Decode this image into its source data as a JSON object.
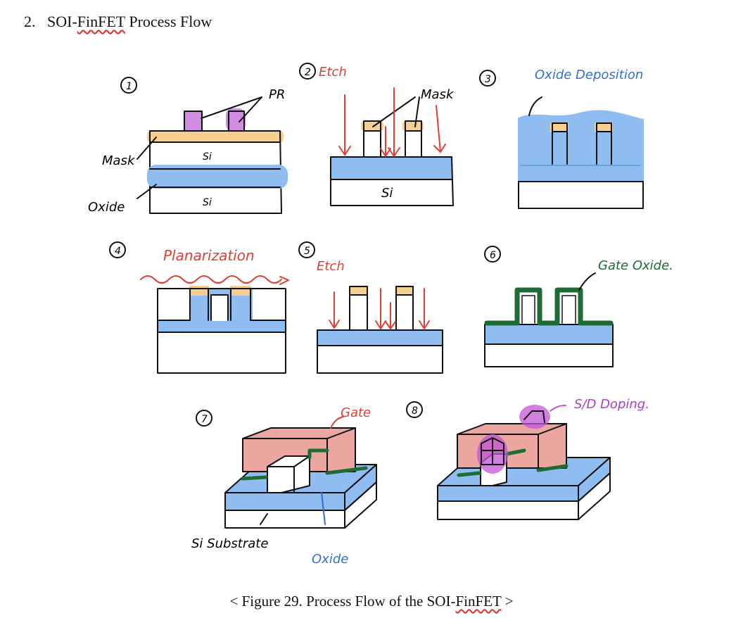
{
  "heading": {
    "number": "2.",
    "title_pre": "SOI-",
    "title_sq": "FinFET",
    "title_post": " Process Flow"
  },
  "steps": [
    {
      "num": "1",
      "labels": {
        "pr": "PR",
        "mask": "Mask",
        "oxide": "Oxide",
        "si_top": "Si",
        "si_bottom": "Si"
      }
    },
    {
      "num": "2",
      "title": "Etch",
      "labels": {
        "mask": "Mask",
        "si": "Si"
      }
    },
    {
      "num": "3",
      "title": "Oxide Deposition"
    },
    {
      "num": "4",
      "title": "Planarization"
    },
    {
      "num": "5",
      "title": "Etch"
    },
    {
      "num": "6",
      "title": "Gate Oxide."
    },
    {
      "num": "7",
      "labels": {
        "gate": "Gate",
        "substrate": "Si Substrate",
        "oxide": "Oxide"
      }
    },
    {
      "num": "8",
      "title": "S/D Doping."
    }
  ],
  "caption": {
    "pre": "< Figure 29. Process Flow of the SOI-",
    "sq": "FinFET",
    "post": " >"
  },
  "colors": {
    "oxide": "#8fbdf2",
    "mask": "#f5cf8f",
    "pr": "#cf8de0",
    "gate": "#eba79f",
    "gate_oxide": "#1f6b34",
    "doping": "#c254d6",
    "red": "#e03d33",
    "blue_text": "#2f6fd6",
    "green_text": "#1f6b34",
    "purple_text": "#a63ecf"
  }
}
